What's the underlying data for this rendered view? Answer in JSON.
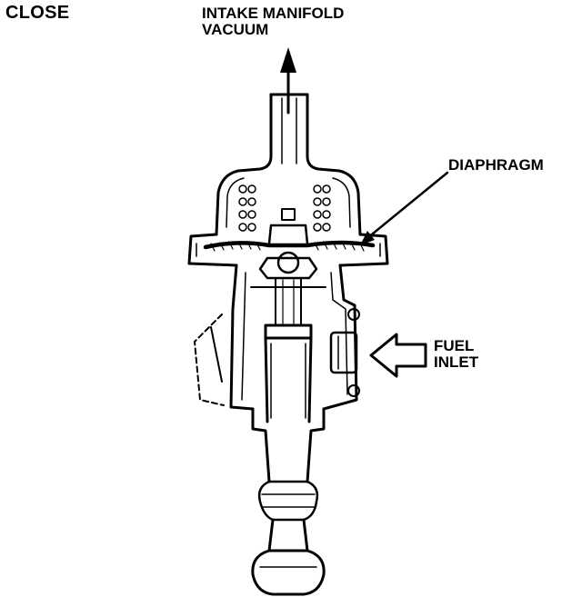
{
  "diagram": {
    "state": "CLOSE",
    "labels": {
      "vacuum_line1": "INTAKE MANIFOLD",
      "vacuum_line2": "VACUUM",
      "diaphragm": "DIAPHRAGM",
      "fuel_line1": "FUEL",
      "fuel_line2": "INLET"
    },
    "colors": {
      "ink": "#000000",
      "paper": "#ffffff"
    },
    "icons": {
      "vacuum_flow": "arrow-up-icon",
      "diaphragm_pointer": "leader-arrow-icon",
      "fuel_flow": "outline-arrow-right-icon"
    }
  }
}
